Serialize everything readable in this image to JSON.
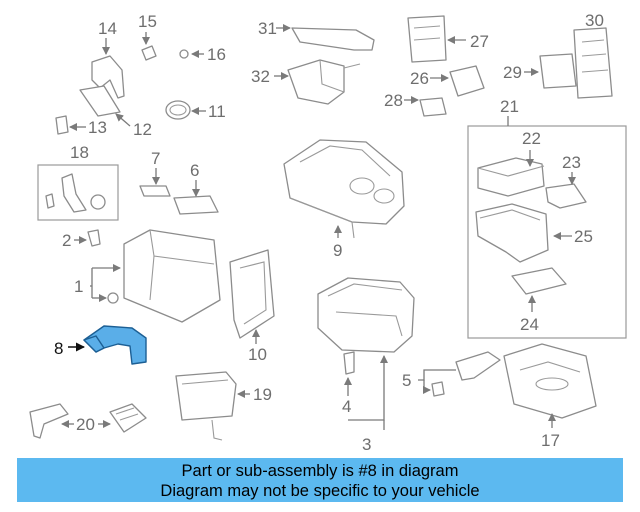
{
  "diagram": {
    "callouts": [
      "1",
      "2",
      "3",
      "4",
      "5",
      "6",
      "7",
      "8",
      "9",
      "10",
      "11",
      "12",
      "13",
      "14",
      "15",
      "16",
      "17",
      "18",
      "19",
      "20",
      "21",
      "22",
      "23",
      "24",
      "25",
      "26",
      "27",
      "28",
      "29",
      "30",
      "31",
      "32"
    ],
    "highlighted_part": "8",
    "colors": {
      "highlight_fill": "#5aaee8",
      "highlight_stroke": "#1c5f94",
      "line": "#8c8c8c",
      "label": "#6e6e6e",
      "banner": "#5cb9f0"
    }
  },
  "banner": {
    "line1": "Part or sub-assembly is #8 in diagram",
    "line2": "Diagram may not be specific to your vehicle"
  }
}
